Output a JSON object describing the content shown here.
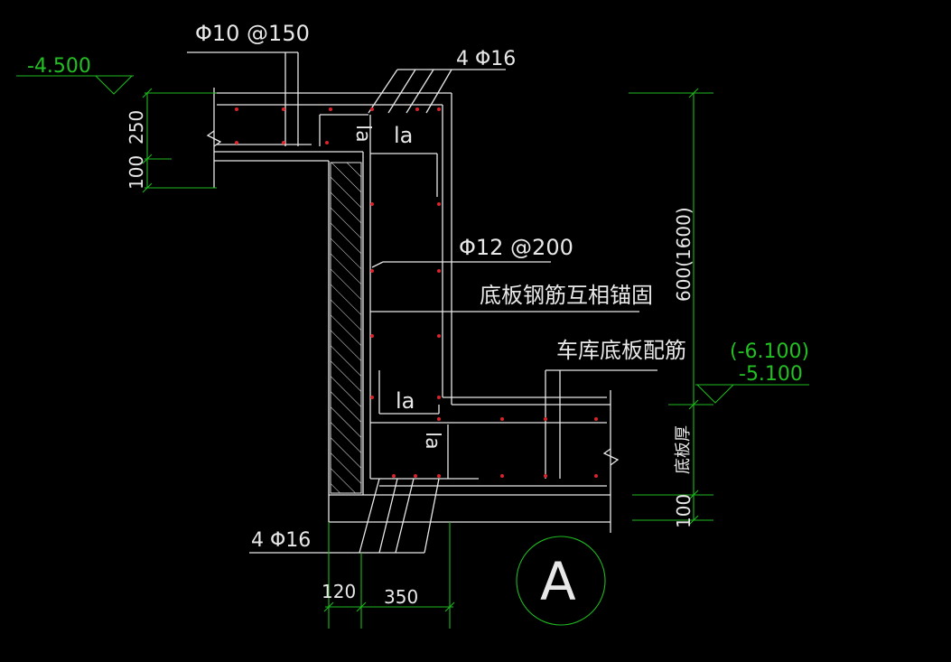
{
  "labels": {
    "top_stirrup": "Φ10 @150",
    "top_bars": "4 Φ16",
    "wall_bars": "Φ12 @200",
    "anchor_note": "底板钢筋互相锚固",
    "garage_note": "车库底板配筋",
    "bottom_bars": "4 Φ16",
    "la": "la",
    "slab_thickness": "底板厚"
  },
  "levels": {
    "top_elev": "-4.500",
    "bottom_elev_alt": "(-6.100)",
    "bottom_elev": "-5.100"
  },
  "dims": {
    "d250": "250",
    "d100_top": "100",
    "d600": "600(1600)",
    "d100_bot": "100",
    "d120": "120",
    "d350": "350"
  },
  "marker": {
    "label": "A"
  },
  "colors": {
    "line": "#e8e8e8",
    "dim": "#1fb81f",
    "rebar": "#d8242a"
  }
}
